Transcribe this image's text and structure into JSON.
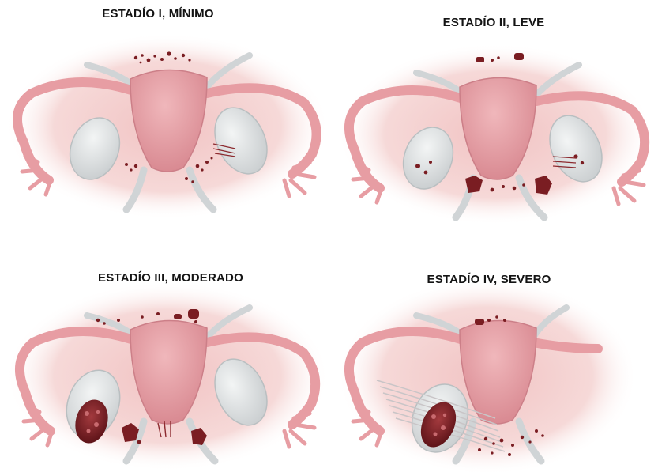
{
  "panels": [
    {
      "title": "ESTADÍO I, MÍNIMO"
    },
    {
      "title": "ESTADÍO II, LEVE"
    },
    {
      "title": "ESTADÍO III, MODERADO"
    },
    {
      "title": "ESTADÍO IV, SEVERO"
    }
  ],
  "colors": {
    "background_tissue": "#f4cfcd",
    "uterus": "#e8a3a8",
    "fallopian_tube": "#e79da3",
    "ovary": "#d8dcdc",
    "ligament": "#d0d4d6",
    "lesion": "#7a1d22"
  }
}
